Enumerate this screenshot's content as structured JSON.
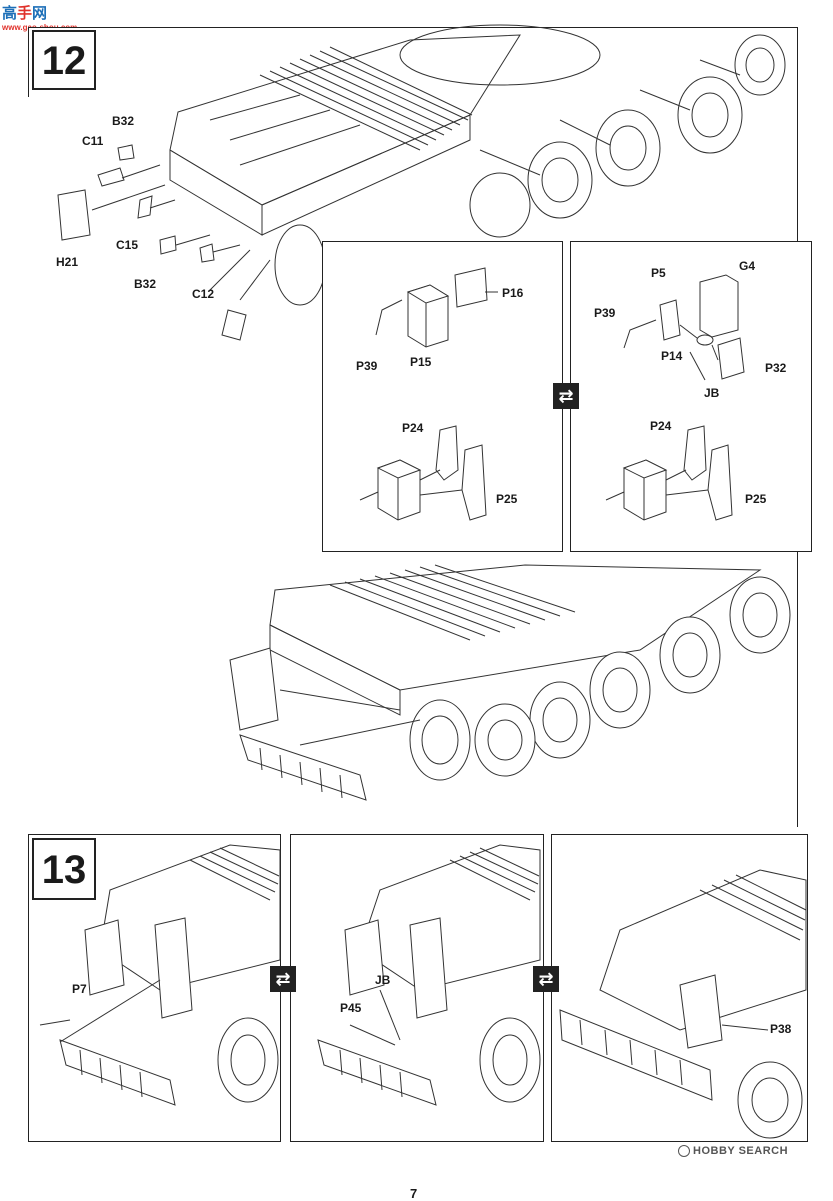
{
  "watermark": {
    "logo_chars": "高",
    "logo_chars2": "手",
    "logo_chars3": "网",
    "site": "www.gao-shou.com"
  },
  "footer": {
    "brand": "HOBBY SEARCH",
    "page_number": "7"
  },
  "step12": {
    "number": "12",
    "labels": {
      "b32_top": "B32",
      "c11": "C11",
      "h21": "H21",
      "c15": "C15",
      "b32_bottom": "B32",
      "c12": "C12"
    },
    "panel_left": {
      "p16": "P16",
      "p39": "P39",
      "p15": "P15",
      "p24": "P24",
      "p25": "P25"
    },
    "panel_right": {
      "p5": "P5",
      "g4": "G4",
      "p39": "P39",
      "p14": "P14",
      "p32": "P32",
      "jb": "JB",
      "p24": "P24",
      "p25": "P25"
    }
  },
  "step13": {
    "number": "13",
    "panel1": {
      "p7": "P7"
    },
    "panel2": {
      "jb": "JB",
      "p45": "P45"
    },
    "panel3": {
      "p38": "P38"
    }
  },
  "icons": {
    "step_arrow": "double-arrow-icon"
  }
}
